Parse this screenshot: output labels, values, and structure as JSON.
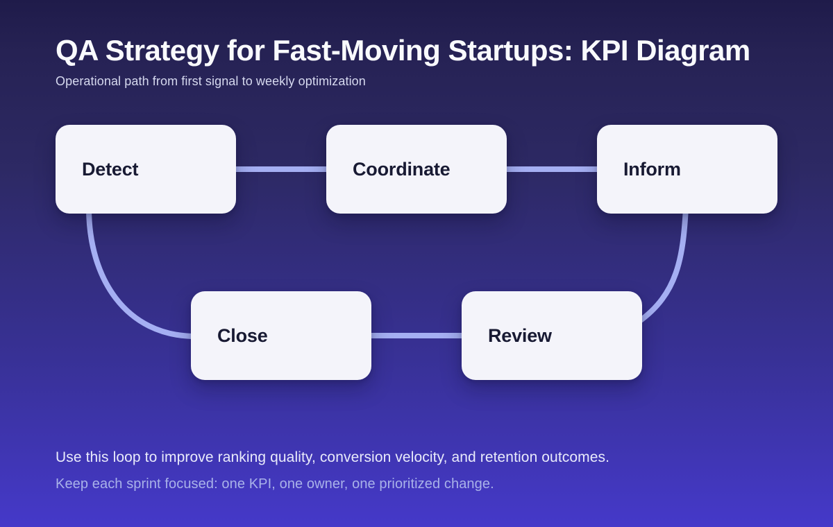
{
  "header": {
    "title": "QA Strategy for Fast-Moving Startups: KPI Diagram",
    "subtitle": "Operational path from first signal to weekly optimization"
  },
  "diagram": {
    "type": "flow-loop",
    "nodes": [
      {
        "id": "detect",
        "label": "Detect"
      },
      {
        "id": "coordinate",
        "label": "Coordinate"
      },
      {
        "id": "inform",
        "label": "Inform"
      },
      {
        "id": "close",
        "label": "Close"
      },
      {
        "id": "review",
        "label": "Review"
      }
    ],
    "edges": [
      {
        "from": "detect",
        "to": "coordinate"
      },
      {
        "from": "coordinate",
        "to": "inform"
      },
      {
        "from": "detect",
        "to": "close"
      },
      {
        "from": "close",
        "to": "review"
      },
      {
        "from": "inform",
        "to": "review"
      }
    ]
  },
  "footer": {
    "line1": "Use this loop to improve ranking quality, conversion velocity, and retention outcomes.",
    "line2": "Keep each sprint focused: one KPI, one owner, one prioritized change."
  },
  "colors": {
    "bg-top": "#1f1b4a",
    "bg-bottom": "#4539c9",
    "title": "#f9fafd",
    "subtitle": "#d6d9ef",
    "connector": "#a5aff3",
    "node-bg": "#f4f4fa",
    "node-text": "#181a33",
    "footer1": "#e9ebfb",
    "footer2": "#a9b2e9"
  }
}
